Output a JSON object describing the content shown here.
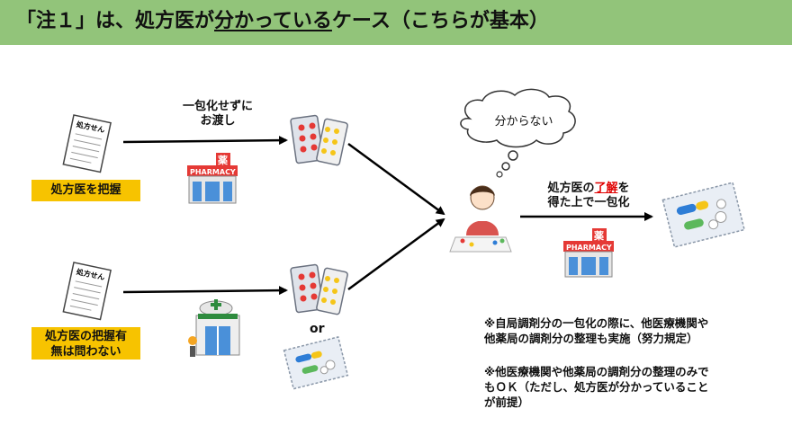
{
  "header": {
    "title_pre": "「注１」は、処方医が",
    "title_underlined": "分かっている",
    "title_post": "ケース（こちらが基本）",
    "bg_color": "#92c47a"
  },
  "top_case": {
    "label": "処方医を把握",
    "arrow_line1": "一包化せずに",
    "arrow_line2": "お渡し",
    "prescription_text": "処方せん"
  },
  "bottom_case": {
    "label_line1": "処方医の把握有",
    "label_line2": "無は問わない",
    "prescription_text": "処方せん",
    "or_text": "or"
  },
  "pharmacy": {
    "sign_kanji": "薬",
    "sign_text": "PHARMACY"
  },
  "thought_bubble": "分からない",
  "right_flow": {
    "line1_pre": "処方医の",
    "line1_highlight": "了解",
    "line1_post": "を",
    "line2": "得た上で一包化"
  },
  "notes": {
    "note1_line1": "※自局調剤分の一包化の際に、他医療機関や",
    "note1_line2": "他薬局の調剤分の整理も実施（努力規定）",
    "note2_line1": "※他医療機関や他薬局の調剤分の整理のみで",
    "note2_line2": "もＯＫ（ただし、処方医が分かっていること",
    "note2_line3": "が前提）"
  },
  "colors": {
    "label_bg": "#f7c300",
    "highlight": "#e00000",
    "arrow": "#000000"
  }
}
